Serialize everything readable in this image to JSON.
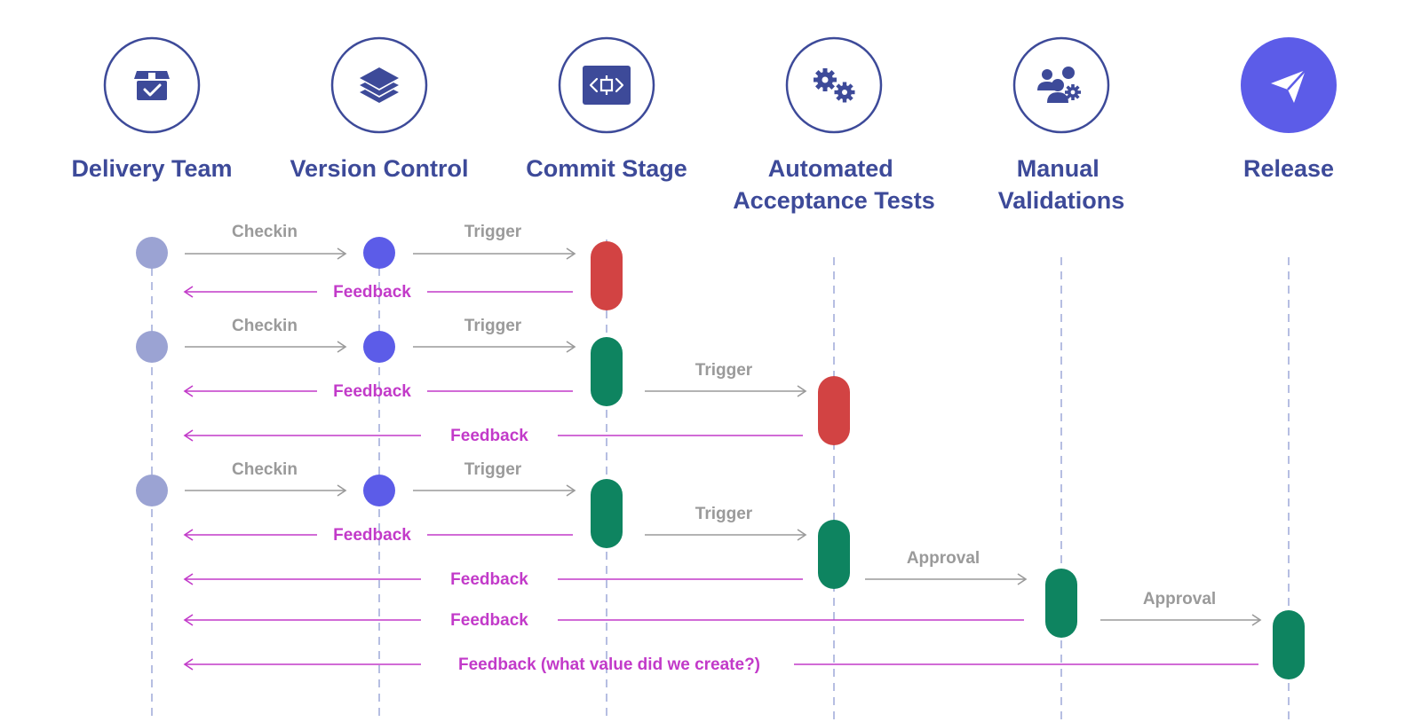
{
  "colors": {
    "title": "#3d4a99",
    "icon_ring": "#3d4a99",
    "icon_fill": "#3d4a99",
    "release_fill": "#5c5ce8",
    "lifeline": "#9ea8d8",
    "team_node": "#9ba3d3",
    "vc_node": "#5c5ce8",
    "fail": "#d24343",
    "pass": "#0e8460",
    "gray_arrow": "#9a9a9a",
    "feedback": "#c23ac9"
  },
  "stages": [
    {
      "id": "delivery-team",
      "title_lines": [
        "Delivery Team"
      ],
      "icon": "box-check-icon"
    },
    {
      "id": "version-control",
      "title_lines": [
        "Version Control"
      ],
      "icon": "layers-icon"
    },
    {
      "id": "commit-stage",
      "title_lines": [
        "Commit Stage"
      ],
      "icon": "code-brackets-icon"
    },
    {
      "id": "automated-acceptance-tests",
      "title_lines": [
        "Automated",
        "Acceptance Tests"
      ],
      "icon": "gears-icon"
    },
    {
      "id": "manual-validations",
      "title_lines": [
        "Manual",
        "Validations"
      ],
      "icon": "users-gear-icon"
    },
    {
      "id": "release",
      "title_lines": [
        "Release"
      ],
      "icon": "paper-plane-icon"
    }
  ],
  "nodes": [
    {
      "stage": 0,
      "type": "dot",
      "status": "team",
      "row": 1
    },
    {
      "stage": 1,
      "type": "dot",
      "status": "vc",
      "row": 1
    },
    {
      "stage": 2,
      "type": "pill",
      "status": "fail",
      "row": 1
    },
    {
      "stage": 0,
      "type": "dot",
      "status": "team",
      "row": 2
    },
    {
      "stage": 1,
      "type": "dot",
      "status": "vc",
      "row": 2
    },
    {
      "stage": 2,
      "type": "pill",
      "status": "pass",
      "row": 2
    },
    {
      "stage": 3,
      "type": "pill",
      "status": "fail",
      "row": 2
    },
    {
      "stage": 0,
      "type": "dot",
      "status": "team",
      "row": 3
    },
    {
      "stage": 1,
      "type": "dot",
      "status": "vc",
      "row": 3
    },
    {
      "stage": 2,
      "type": "pill",
      "status": "pass",
      "row": 3
    },
    {
      "stage": 3,
      "type": "pill",
      "status": "pass",
      "row": 3
    },
    {
      "stage": 4,
      "type": "pill",
      "status": "pass",
      "row": 3
    },
    {
      "stage": 5,
      "type": "pill",
      "status": "pass",
      "row": 3
    }
  ],
  "messages": [
    {
      "label": "Checkin",
      "kind": "forward",
      "from": 0,
      "to": 1
    },
    {
      "label": "Trigger",
      "kind": "forward",
      "from": 1,
      "to": 2
    },
    {
      "label": "Feedback",
      "kind": "feedback",
      "from": 2,
      "to": 0
    },
    {
      "label": "Checkin",
      "kind": "forward",
      "from": 0,
      "to": 1
    },
    {
      "label": "Trigger",
      "kind": "forward",
      "from": 1,
      "to": 2
    },
    {
      "label": "Trigger",
      "kind": "forward",
      "from": 2,
      "to": 3
    },
    {
      "label": "Feedback",
      "kind": "feedback",
      "from": 2,
      "to": 0
    },
    {
      "label": "Feedback",
      "kind": "feedback",
      "from": 3,
      "to": 0
    },
    {
      "label": "Checkin",
      "kind": "forward",
      "from": 0,
      "to": 1
    },
    {
      "label": "Trigger",
      "kind": "forward",
      "from": 1,
      "to": 2
    },
    {
      "label": "Trigger",
      "kind": "forward",
      "from": 2,
      "to": 3
    },
    {
      "label": "Feedback",
      "kind": "feedback",
      "from": 2,
      "to": 0
    },
    {
      "label": "Approval",
      "kind": "forward",
      "from": 3,
      "to": 4
    },
    {
      "label": "Feedback",
      "kind": "feedback",
      "from": 3,
      "to": 0
    },
    {
      "label": "Approval",
      "kind": "forward",
      "from": 4,
      "to": 5
    },
    {
      "label": "Feedback",
      "kind": "feedback",
      "from": 4,
      "to": 0
    },
    {
      "label": "Feedback (what value did we create?)",
      "kind": "feedback",
      "from": 5,
      "to": 0
    }
  ]
}
